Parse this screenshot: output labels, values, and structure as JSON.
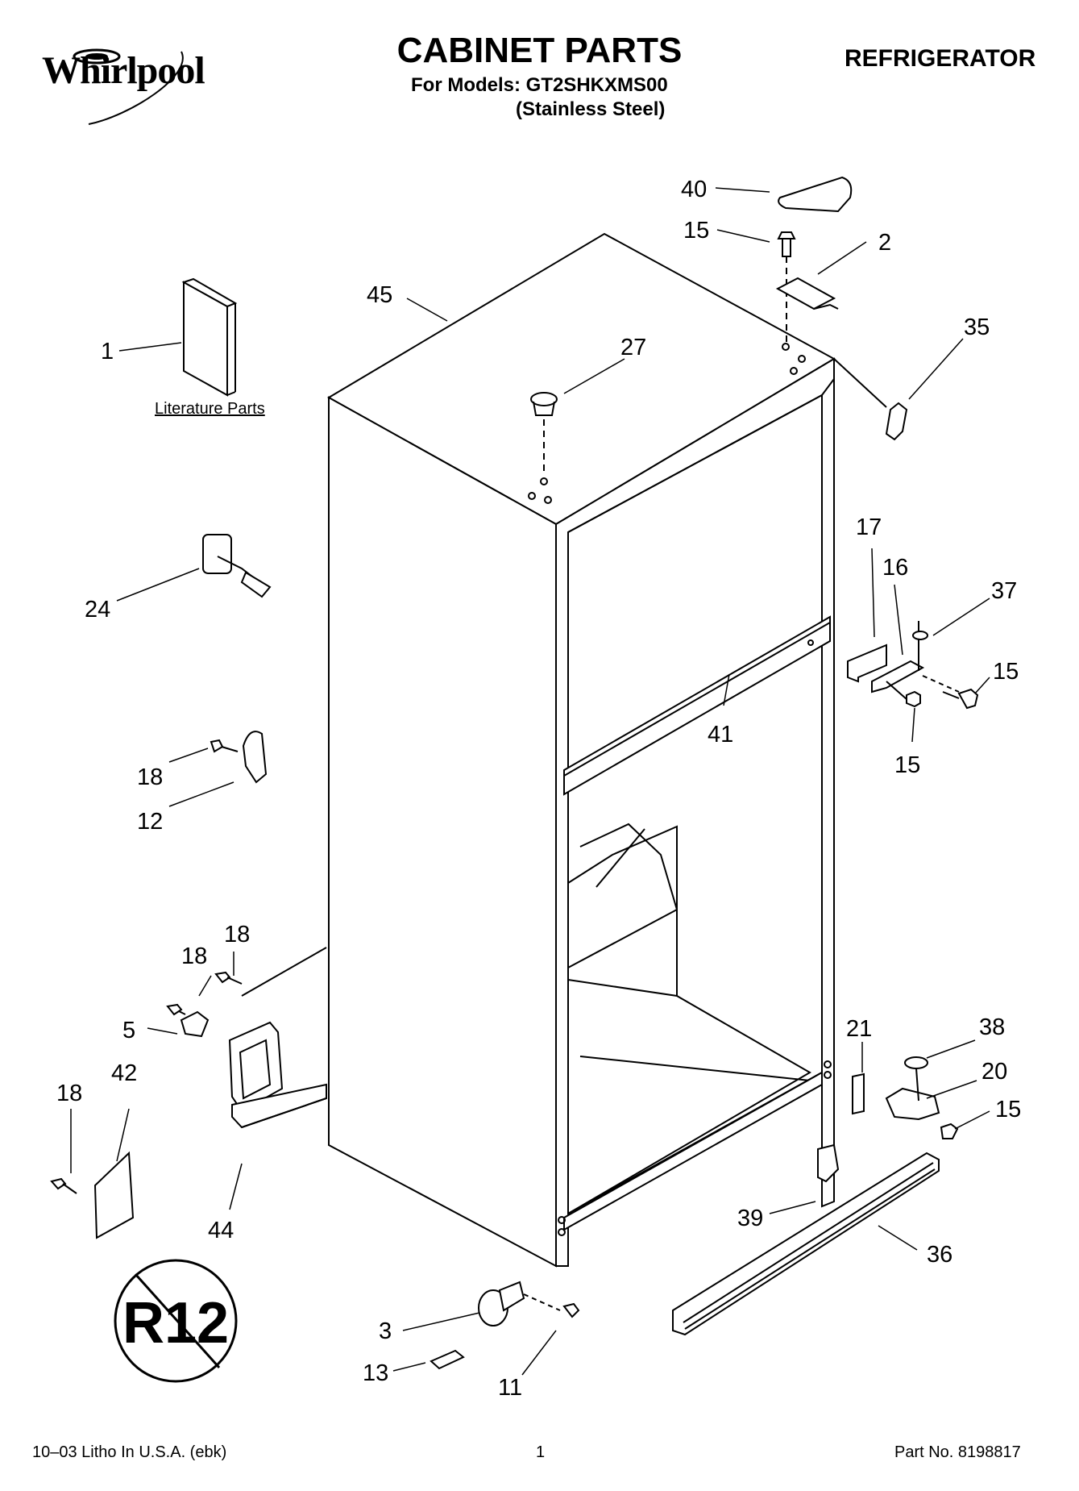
{
  "header": {
    "brand": "Whirlpool",
    "title": "CABINET PARTS",
    "models_line": "For Models: GT2SHKXMS00",
    "finish_line": "(Stainless Steel)",
    "category": "REFRIGERATOR"
  },
  "literature_label": "Literature Parts",
  "r12_stamp": "R12",
  "callouts": [
    {
      "id": "c40",
      "text": "40"
    },
    {
      "id": "c15a",
      "text": "15"
    },
    {
      "id": "c2",
      "text": "2"
    },
    {
      "id": "c45",
      "text": "45"
    },
    {
      "id": "c27",
      "text": "27"
    },
    {
      "id": "c35",
      "text": "35"
    },
    {
      "id": "c1",
      "text": "1"
    },
    {
      "id": "c24",
      "text": "24"
    },
    {
      "id": "c17",
      "text": "17"
    },
    {
      "id": "c16",
      "text": "16"
    },
    {
      "id": "c37",
      "text": "37"
    },
    {
      "id": "c15b",
      "text": "15"
    },
    {
      "id": "c41",
      "text": "41"
    },
    {
      "id": "c15c",
      "text": "15"
    },
    {
      "id": "c18a",
      "text": "18"
    },
    {
      "id": "c12",
      "text": "12"
    },
    {
      "id": "c18b",
      "text": "18"
    },
    {
      "id": "c18c",
      "text": "18"
    },
    {
      "id": "c5",
      "text": "5"
    },
    {
      "id": "c21",
      "text": "21"
    },
    {
      "id": "c38",
      "text": "38"
    },
    {
      "id": "c20",
      "text": "20"
    },
    {
      "id": "c15d",
      "text": "15"
    },
    {
      "id": "c18d",
      "text": "18"
    },
    {
      "id": "c42",
      "text": "42"
    },
    {
      "id": "c44",
      "text": "44"
    },
    {
      "id": "c39",
      "text": "39"
    },
    {
      "id": "c36",
      "text": "36"
    },
    {
      "id": "c3",
      "text": "3"
    },
    {
      "id": "c13",
      "text": "13"
    },
    {
      "id": "c11",
      "text": "11"
    }
  ],
  "footer": {
    "left": "10–03 Litho In U.S.A. (ebk)",
    "page": "1",
    "part_no": "Part No. 8198817"
  }
}
